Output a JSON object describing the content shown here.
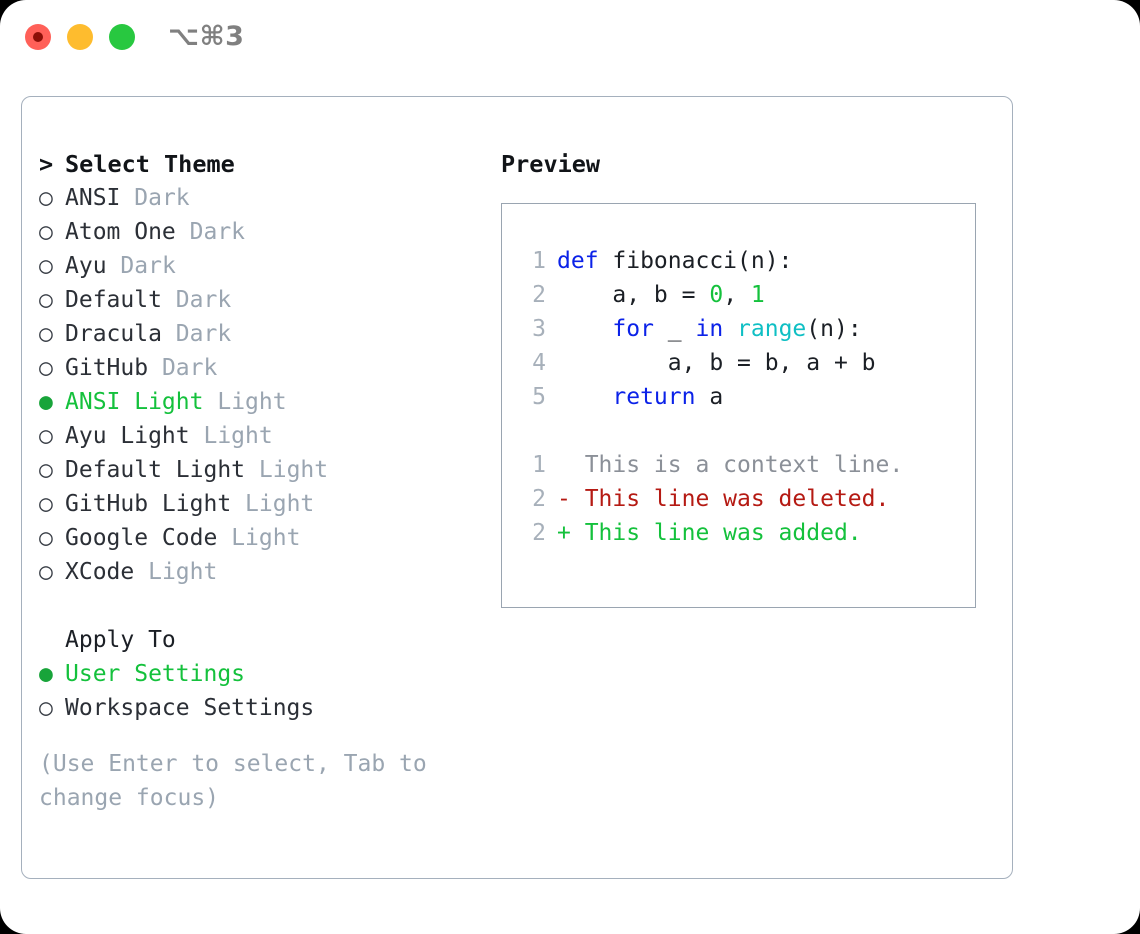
{
  "titlebar": {
    "lights": [
      {
        "name": "close",
        "color": "#ff6058"
      },
      {
        "name": "minimize",
        "color": "#febc2e"
      },
      {
        "name": "zoom",
        "color": "#28c840"
      }
    ],
    "shortcut": "⌥⌘3"
  },
  "theme_picker": {
    "heading_marker": ">",
    "heading": "Select Theme",
    "selected_marker": "●",
    "unselected_marker": "○",
    "items": [
      {
        "name": "ANSI",
        "mode": "Dark",
        "selected": false
      },
      {
        "name": "Atom One",
        "mode": "Dark",
        "selected": false
      },
      {
        "name": "Ayu",
        "mode": "Dark",
        "selected": false
      },
      {
        "name": "Default",
        "mode": "Dark",
        "selected": false
      },
      {
        "name": "Dracula",
        "mode": "Dark",
        "selected": false
      },
      {
        "name": "GitHub",
        "mode": "Dark",
        "selected": false
      },
      {
        "name": "ANSI Light",
        "mode": "Light",
        "selected": true
      },
      {
        "name": "Ayu Light",
        "mode": "Light",
        "selected": false
      },
      {
        "name": "Default Light",
        "mode": "Light",
        "selected": false
      },
      {
        "name": "GitHub Light",
        "mode": "Light",
        "selected": false
      },
      {
        "name": "Google Code",
        "mode": "Light",
        "selected": false
      },
      {
        "name": "XCode",
        "mode": "Light",
        "selected": false
      }
    ]
  },
  "apply_to": {
    "label": "Apply To",
    "options": [
      {
        "label": "User Settings",
        "selected": true
      },
      {
        "label": "Workspace Settings",
        "selected": false
      }
    ]
  },
  "hint": "(Use Enter to select, Tab to change focus)",
  "preview": {
    "title": "Preview",
    "code_lines": [
      {
        "no": "1",
        "tokens": [
          {
            "t": "def ",
            "c": "kw"
          },
          {
            "t": "fibonacci(n):",
            "c": "plain"
          }
        ]
      },
      {
        "no": "2",
        "tokens": [
          {
            "t": "    a, b = ",
            "c": "plain"
          },
          {
            "t": "0",
            "c": "num"
          },
          {
            "t": ", ",
            "c": "plain"
          },
          {
            "t": "1",
            "c": "num"
          }
        ]
      },
      {
        "no": "3",
        "tokens": [
          {
            "t": "    ",
            "c": "plain"
          },
          {
            "t": "for",
            "c": "kw"
          },
          {
            "t": " _ ",
            "c": "plain"
          },
          {
            "t": "in",
            "c": "kw"
          },
          {
            "t": " ",
            "c": "plain"
          },
          {
            "t": "range",
            "c": "fn"
          },
          {
            "t": "(n):",
            "c": "plain"
          }
        ]
      },
      {
        "no": "4",
        "tokens": [
          {
            "t": "        a, b = b, a + b",
            "c": "plain"
          }
        ]
      },
      {
        "no": "5",
        "tokens": [
          {
            "t": "    ",
            "c": "plain"
          },
          {
            "t": "return",
            "c": "kw"
          },
          {
            "t": " a",
            "c": "plain"
          }
        ]
      }
    ],
    "diff_lines": [
      {
        "no": "1",
        "sign": " ",
        "text": "This is a context line.",
        "kind": "ctx"
      },
      {
        "no": "2",
        "sign": "-",
        "text": "This line was deleted.",
        "kind": "del"
      },
      {
        "no": "2",
        "sign": "+",
        "text": "This line was added.",
        "kind": "add"
      }
    ]
  },
  "colors": {
    "accent_green": "#14c13c",
    "muted": "#9aa5b1",
    "keyword_blue": "#0b22e8",
    "function_cyan": "#0fbfc4",
    "diff_red": "#b51a13",
    "border": "#a5b0bd"
  }
}
